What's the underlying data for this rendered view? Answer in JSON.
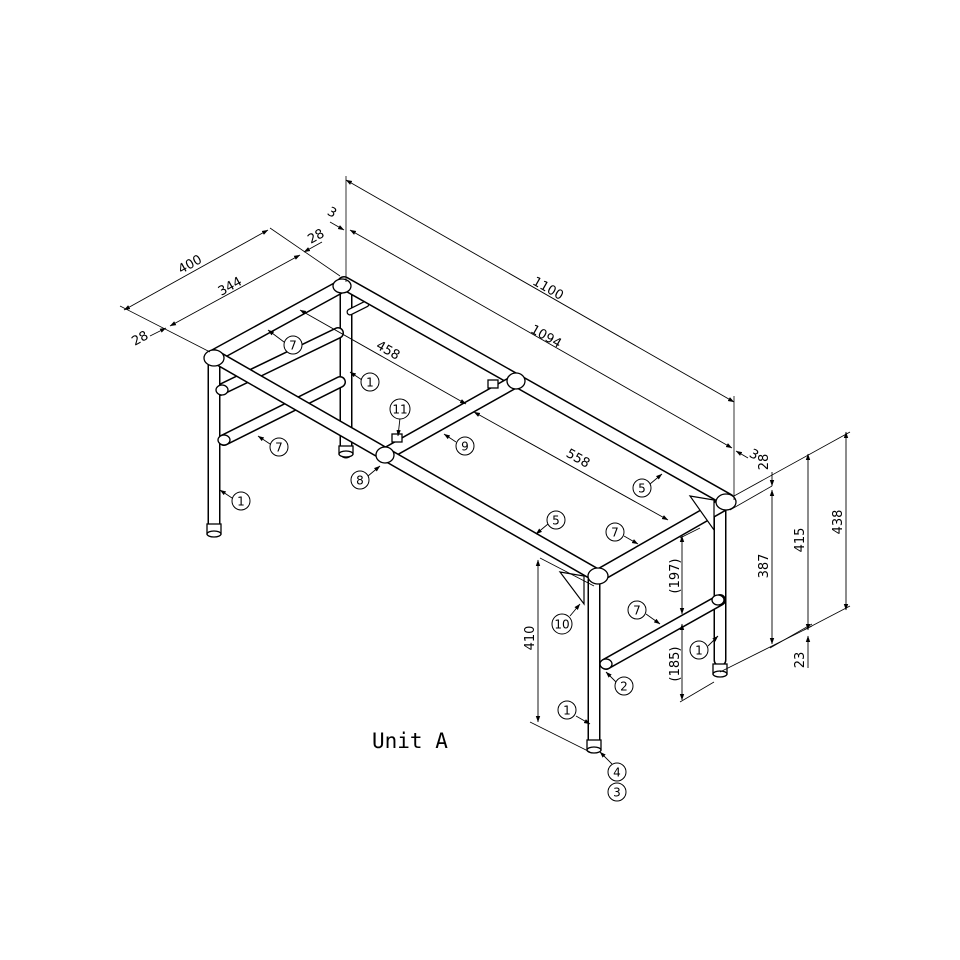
{
  "title": "Unit A",
  "colors": {
    "line": "#000000",
    "background": "#ffffff"
  },
  "dimensions": {
    "total_length": "1100",
    "inner_length": "1094",
    "end_offset_top": "3",
    "end_offset_right": "3",
    "depth": "400",
    "inner_depth": "344",
    "depth_offset_back": "28",
    "depth_offset_front": "28",
    "crossbar_span": "458",
    "beam_span": "558",
    "leg_height": "410",
    "top_offset": "28",
    "frame_height": "387",
    "total_height_inner": "415",
    "total_height": "438",
    "foot_height": "23",
    "upper_gap": "(197)",
    "lower_gap": "(185)"
  },
  "callouts": [
    {
      "id": "c7a",
      "label": "7"
    },
    {
      "id": "c1a",
      "label": "1"
    },
    {
      "id": "c7b",
      "label": "7"
    },
    {
      "id": "c1b",
      "label": "1"
    },
    {
      "id": "c11",
      "label": "11"
    },
    {
      "id": "c9",
      "label": "9"
    },
    {
      "id": "c8",
      "label": "8"
    },
    {
      "id": "c5a",
      "label": "5"
    },
    {
      "id": "c5b",
      "label": "5"
    },
    {
      "id": "c7c",
      "label": "7"
    },
    {
      "id": "c7d",
      "label": "7"
    },
    {
      "id": "c10",
      "label": "10"
    },
    {
      "id": "c1c",
      "label": "1"
    },
    {
      "id": "c2",
      "label": "2"
    },
    {
      "id": "c1d",
      "label": "1"
    },
    {
      "id": "c4",
      "label": "4"
    },
    {
      "id": "c3",
      "label": "3"
    }
  ]
}
